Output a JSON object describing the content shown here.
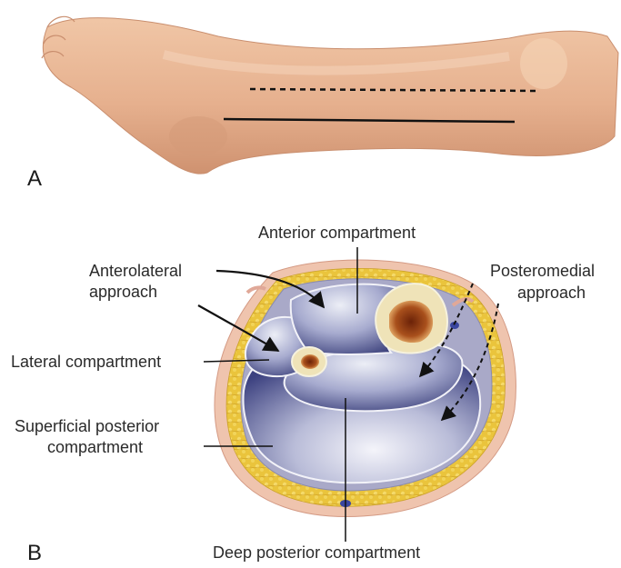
{
  "panels": {
    "a": "A",
    "b": "B"
  },
  "labels": {
    "anterior_compartment": "Anterior compartment",
    "anterolateral_approach": [
      "Anterolateral",
      "approach"
    ],
    "posteromedial_approach": [
      "Posteromedial",
      "approach"
    ],
    "lateral_compartment": "Lateral compartment",
    "superficial_posterior_compartment": [
      "Superficial posterior",
      "compartment"
    ],
    "deep_posterior_compartment": "Deep posterior compartment"
  },
  "colors": {
    "skin": "#e8b796",
    "fat": "#e9c23a",
    "fascia": "#a9a9c8",
    "muscle_dark": "#3a3f7a",
    "muscle_light": "#e8e9f3",
    "bone_cortex": "#efe3b8",
    "marrow": "#8a3212"
  }
}
